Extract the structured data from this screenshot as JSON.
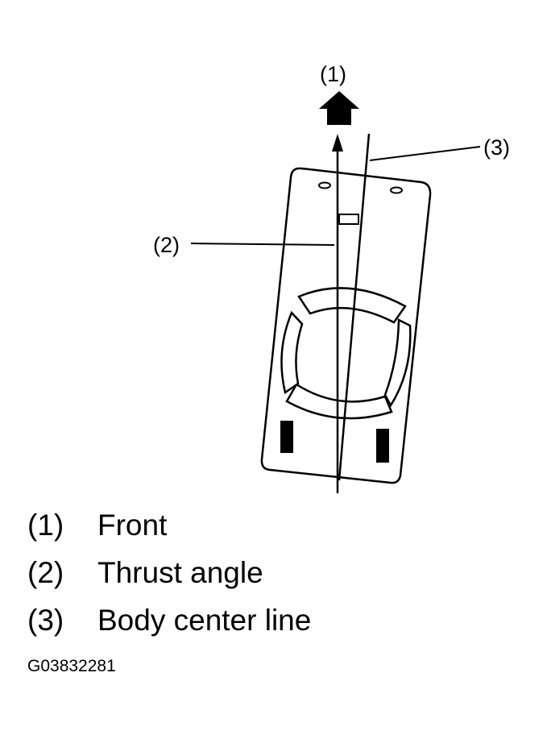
{
  "diagram": {
    "callouts": {
      "front": "(1)",
      "thrust": "(2)",
      "body": "(3)"
    }
  },
  "legend": [
    {
      "num": "(1)",
      "text": "Front"
    },
    {
      "num": "(2)",
      "text": "Thrust angle"
    },
    {
      "num": "(3)",
      "text": "Body center line"
    }
  ],
  "figure_code": "G03832281"
}
